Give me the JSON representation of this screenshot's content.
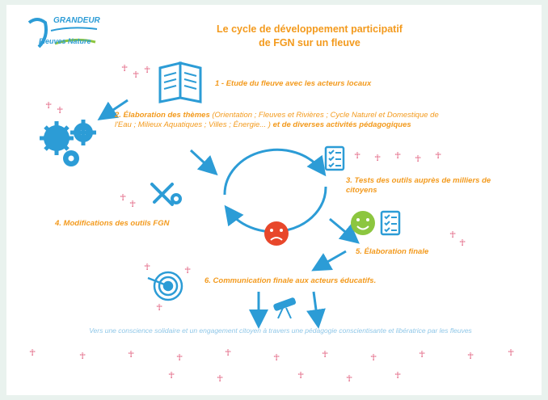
{
  "logo": {
    "line1": "GRANDEUR",
    "line2": "Fleuves Nature"
  },
  "title": {
    "line1": "Le cycle de développement participatif",
    "line2": "de FGN sur un fleuve"
  },
  "steps": {
    "s1": "1 - Etude du fleuve avec les acteurs locaux",
    "s2_bold": "2. Élaboration des thèmes",
    "s2_details": "(Orientation ; Fleuves et Rivières ; Cycle Naturel et Domestique de l'Eau ; Milieux Aquatiques ; Villes ; Énergie... )",
    "s2_end": "et de diverses activités pédagogiques",
    "s3": "3. Tests des outils auprès de milliers de citoyens",
    "s4": "4. Modifications des outils FGN",
    "s5": "5. Élaboration finale",
    "s6": "6. Communication finale aux acteurs éducatifs."
  },
  "bottom_text": "Vers une conscience solidaire et un engagement citoyen à travers une pédagogie conscientisante et libératrice par les fleuves",
  "people_glyph": "☥",
  "colors": {
    "orange": "#f39a1d",
    "blue": "#2c9cd6",
    "pink": "#e05a7a",
    "sad_face": "#e8472b",
    "happy_face": "#8cc63f"
  }
}
